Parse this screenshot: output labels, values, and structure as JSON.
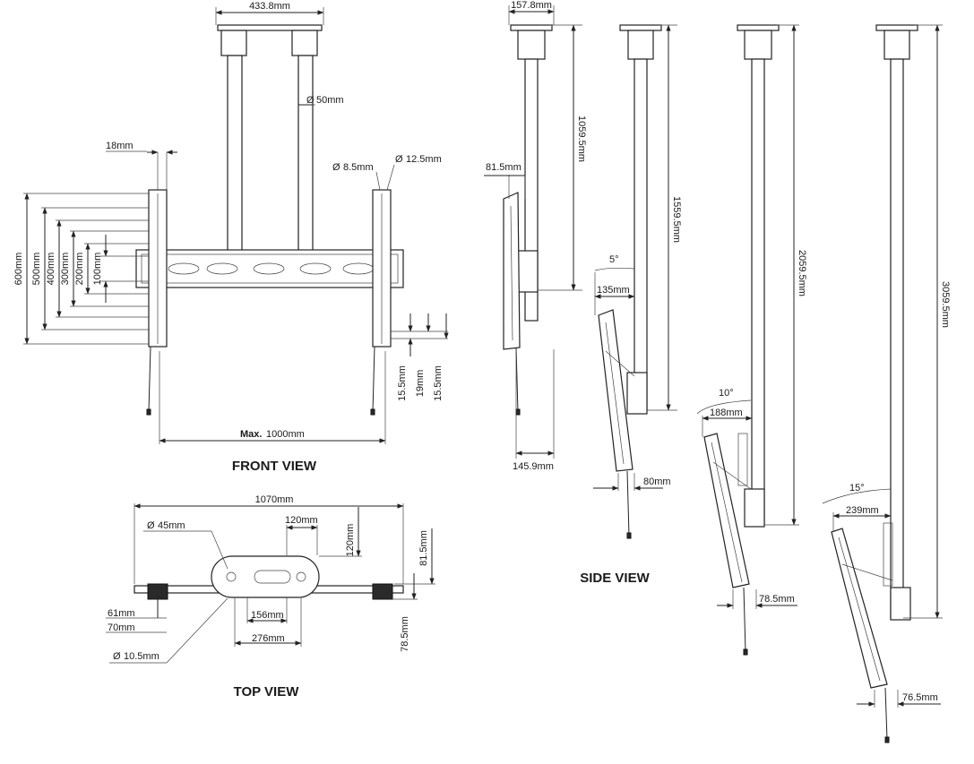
{
  "views": {
    "front": "FRONT VIEW",
    "top": "TOP VIEW",
    "side": "SIDE VIEW"
  },
  "front_dims": {
    "top_width": "433.8mm",
    "pole_dia": "50mm",
    "rail_width": "18mm",
    "hole_small": "8.5mm",
    "hole_large": "12.5mm",
    "h600": "600mm",
    "h500": "500mm",
    "h400": "400mm",
    "h300": "300mm",
    "h200": "200mm",
    "h100": "100mm",
    "offset1": "15.5mm",
    "offset2": "19mm",
    "offset3": "15.5mm",
    "max_prefix": "Max.",
    "max_value": "1000mm"
  },
  "top_dims": {
    "total": "1070mm",
    "plate_dia": "45mm",
    "plate_w": "120mm",
    "plate_h": "120mm",
    "depth": "81.5mm",
    "side1": "61mm",
    "side2": "70mm",
    "inner": "156mm",
    "outer": "276mm",
    "hole": "10.5mm",
    "bottom_depth": "78.5mm"
  },
  "side_dims": {
    "top_plate": "157.8mm",
    "h1": "1059.5mm",
    "off1": "81.5mm",
    "base1": "145.9mm",
    "angle1": "5°",
    "off2": "135mm",
    "h2": "1559.5mm",
    "base2": "80mm",
    "angle2": "10°",
    "off3": "188mm",
    "h3": "2059.5mm",
    "base3": "78.5mm",
    "angle3": "15°",
    "off4": "239mm",
    "h4": "3059.5mm",
    "base4": "76.5mm"
  }
}
